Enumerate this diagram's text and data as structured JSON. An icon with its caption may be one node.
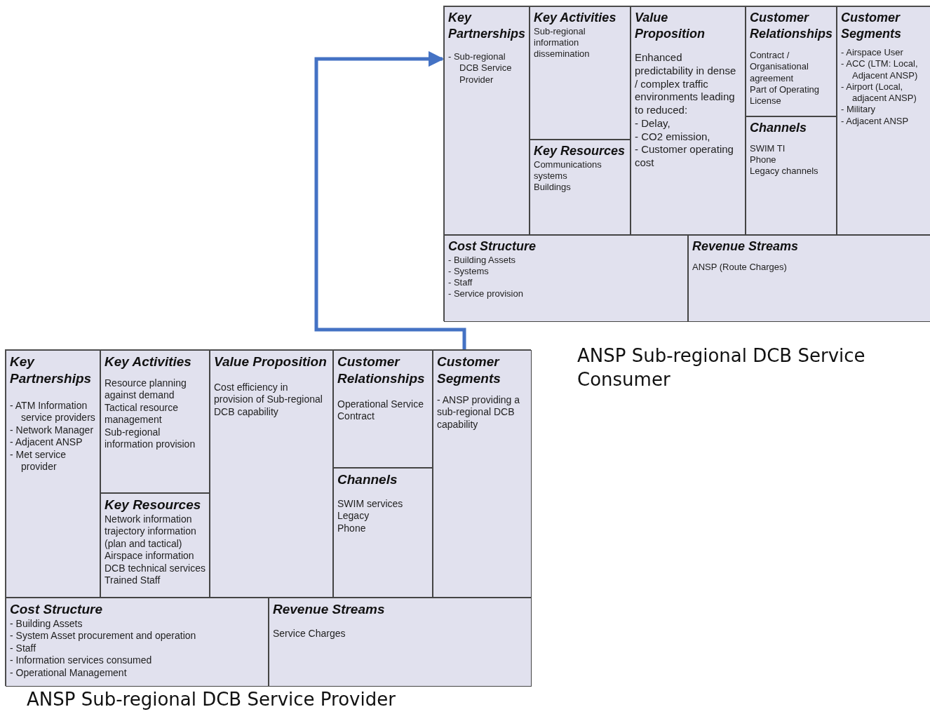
{
  "diagram": {
    "nodes": [
      {
        "text": [
          "ANSP Sub-regional DCB Service Consumer"
        ]
      },
      {
        "text": [
          "Key Partnerships",
          "- Sub-regional DCB Service Provider"
        ],
        "in": 0
      },
      {
        "text": [
          "Key Activities",
          "Sub-regional information dissemination"
        ],
        "in": 0
      },
      {
        "text": [
          "Key Resources",
          "Communications systems",
          "Buildings"
        ],
        "in": 0
      },
      {
        "text": [
          "Value Proposition",
          "Enhanced predictability in dense / complex traffic environments leading to reduced:",
          "- Delay,",
          "- CO2 emission,",
          "- Customer operating cost"
        ],
        "in": 0
      },
      {
        "text": [
          "Customer Relationships",
          "Contract / Organisational agreement",
          "Part of Operating License"
        ],
        "in": 0
      },
      {
        "text": [
          "Channels",
          "SWIM TI",
          "Phone",
          "Legacy channels"
        ],
        "in": 0
      },
      {
        "text": [
          "Customer Segments",
          "- Airspace User",
          "- ACC (LTM: Local, Adjacent ANSP)",
          "- Airport (Local, adjacent ANSP)",
          "- Military",
          "- Adjacent ANSP"
        ],
        "in": 0
      },
      {
        "text": [
          "Cost Structure",
          "- Building Assets",
          "- Systems",
          "- Staff",
          "- Service provision"
        ],
        "in": 0
      },
      {
        "text": [
          "Revenue Streams",
          "ANSP (Route Charges)"
        ],
        "in": 0
      },
      {
        "text": [
          "ANSP Sub-regional DCB Service Provider"
        ]
      },
      {
        "text": [
          "Key Partnerships",
          "- ATM Information service providers",
          "- Network Manager",
          "- Adjacent ANSP",
          "- Met service provider"
        ],
        "in": 10
      },
      {
        "text": [
          "Key Activities",
          "Resource planning against demand",
          "Tactical resource management",
          "Sub-regional information provision"
        ],
        "in": 10
      },
      {
        "text": [
          "Key Resources",
          "Network information trajectory information (plan and tactical)",
          "Airspace information",
          "DCB technical services",
          "Trained Staff"
        ],
        "in": 10
      },
      {
        "text": [
          "Value Proposition",
          "Cost efficiency in provision of Sub-regional DCB capability"
        ],
        "in": 10
      },
      {
        "text": [
          "Customer Relationships",
          "Operational Service Contract"
        ],
        "in": 10
      },
      {
        "text": [
          "Channels",
          "SWIM services",
          "Legacy",
          "Phone"
        ],
        "in": 10
      },
      {
        "text": [
          "Customer Segments",
          "- ANSP providing a sub-regional DCB capability"
        ],
        "in": 10
      },
      {
        "text": [
          "Cost Structure",
          "- Building Assets",
          "- System Asset procurement and operation",
          "- Staff",
          "- Information services consumed",
          "- Operational Management"
        ],
        "in": 10
      },
      {
        "text": [
          "Revenue Streams",
          "Service Charges"
        ],
        "in": 10
      }
    ],
    "edges": [
      {
        "from": 10,
        "to": 1,
        "arrow": "to",
        "color": "#4472c4"
      }
    ]
  }
}
